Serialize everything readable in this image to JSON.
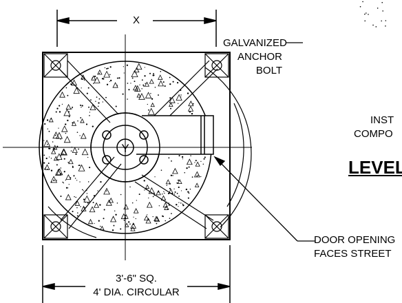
{
  "dimensions": {
    "top_width": "X",
    "square_size": "3'-6\" SQ.",
    "circular_dia": "4' DIA. CIRCULAR"
  },
  "center_mark": "Y",
  "callouts": {
    "anchor_bolt": [
      "GALVANIZED",
      "ANCHOR",
      "BOLT"
    ],
    "install_partial": [
      "INST",
      "COMPO"
    ],
    "door_opening": [
      "DOOR OPENING",
      "FACES STREET"
    ]
  },
  "view_title_partial": "LEVEL"
}
